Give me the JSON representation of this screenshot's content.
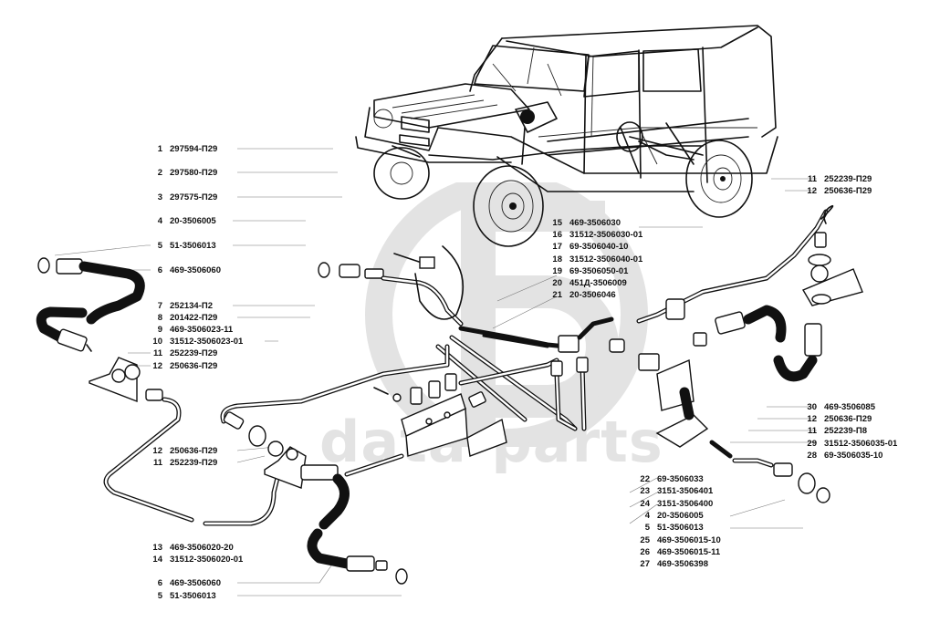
{
  "watermark": {
    "logo": "gb-logo-icon",
    "text": "data-parts",
    "color": "#e3e3e3"
  },
  "diagram": {
    "subject": "UAZ vehicle brake hydraulic lines (exploded view)",
    "callouts_left": [
      {
        "num": "1",
        "part": "297594-П29"
      },
      {
        "num": "2",
        "part": "297580-П29"
      },
      {
        "num": "3",
        "part": "297575-П29"
      },
      {
        "num": "4",
        "part": "20-3506005"
      },
      {
        "num": "5",
        "part": "51-3506013"
      },
      {
        "num": "6",
        "part": "469-3506060"
      },
      {
        "num": "7",
        "part": "252134-П2"
      },
      {
        "num": "8",
        "part": "201422-П29"
      },
      {
        "num": "9",
        "part": "469-3506023-11"
      },
      {
        "num": "10",
        "part": "31512-3506023-01"
      },
      {
        "num": "11",
        "part": "252239-П29"
      },
      {
        "num": "12",
        "part": "250636-П29"
      }
    ],
    "callouts_left_mid": [
      {
        "num": "12",
        "part": "250636-П29"
      },
      {
        "num": "11",
        "part": "252239-П29"
      }
    ],
    "callouts_left_bottom": [
      {
        "num": "13",
        "part": "469-3506020-20"
      },
      {
        "num": "14",
        "part": "31512-3506020-01"
      },
      {
        "num": "6",
        "part": "469-3506060"
      },
      {
        "num": "5",
        "part": "51-3506013"
      }
    ],
    "callouts_center": [
      {
        "num": "15",
        "part": "469-3506030"
      },
      {
        "num": "16",
        "part": "31512-3506030-01"
      },
      {
        "num": "17",
        "part": "69-3506040-10"
      },
      {
        "num": "18",
        "part": "31512-3506040-01"
      },
      {
        "num": "19",
        "part": "69-3506050-01"
      },
      {
        "num": "20",
        "part": "451Д-3506009"
      },
      {
        "num": "21",
        "part": "20-3506046"
      }
    ],
    "callouts_right_top": [
      {
        "num": "11",
        "part": "252239-П29"
      },
      {
        "num": "12",
        "part": "250636-П29"
      }
    ],
    "callouts_right_mid": [
      {
        "num": "30",
        "part": "469-3506085"
      },
      {
        "num": "12",
        "part": "250636-П29"
      },
      {
        "num": "11",
        "part": "252239-П8"
      },
      {
        "num": "29",
        "part": "31512-3506035-01"
      },
      {
        "num": "28",
        "part": "69-3506035-10"
      }
    ],
    "callouts_right_bottom": [
      {
        "num": "22",
        "part": "69-3506033"
      },
      {
        "num": "23",
        "part": "3151-3506401"
      },
      {
        "num": "24",
        "part": "3151-3506400"
      },
      {
        "num": "4",
        "part": "20-3506005"
      },
      {
        "num": "5",
        "part": "51-3506013"
      },
      {
        "num": "25",
        "part": "469-3506015-10"
      },
      {
        "num": "26",
        "part": "469-3506015-11"
      },
      {
        "num": "27",
        "part": "469-3506398"
      }
    ]
  }
}
